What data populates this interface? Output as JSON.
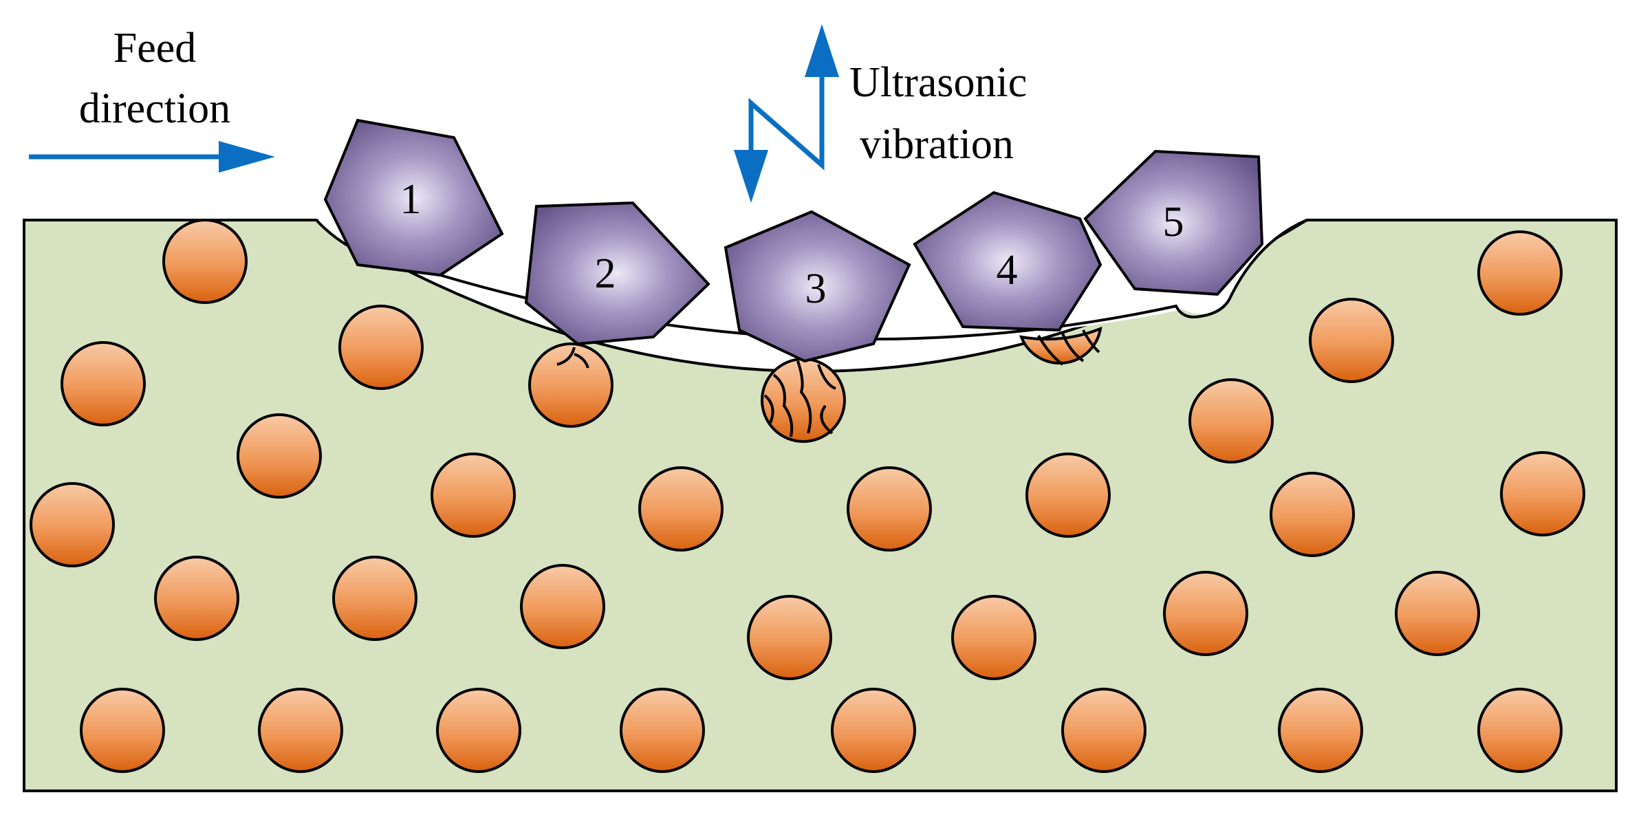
{
  "labels": {
    "feed_line1": "Feed",
    "feed_line2": "direction",
    "vibration_line1": "Ultrasonic",
    "vibration_line2": "vibration"
  },
  "grains": [
    {
      "number": "1"
    },
    {
      "number": "2"
    },
    {
      "number": "3"
    },
    {
      "number": "4"
    },
    {
      "number": "5"
    }
  ],
  "colors": {
    "matrix_fill": "#d6e2c0",
    "arrow": "#0a6fc3",
    "particle_light": "#f7c49e",
    "particle_dark": "#de6a14",
    "grain_light": "#e6e0f2",
    "grain_dark": "#6d5c90",
    "outline": "#000000"
  }
}
